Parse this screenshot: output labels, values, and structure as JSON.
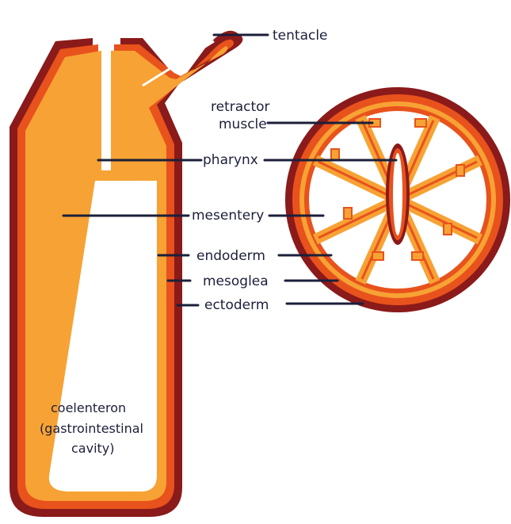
{
  "diagram": {
    "labels": {
      "tentacle": "tentacle",
      "retractor_muscle_line1": "retractor",
      "retractor_muscle_line2": "muscle",
      "pharynx": "pharynx",
      "mesentery": "mesentery",
      "endoderm": "endoderm",
      "mesoglea": "mesoglea",
      "ectoderm": "ectoderm",
      "coelenteron_line1": "coelenteron",
      "coelenteron_line2": "(gastrointestinal",
      "coelenteron_line3": "cavity)"
    },
    "colors": {
      "ectoderm": "#8b1a1a",
      "mesoglea": "#e8521c",
      "endoderm": "#f7a234",
      "cavity": "#ffffff",
      "label_text": "#1c1f3a"
    }
  }
}
